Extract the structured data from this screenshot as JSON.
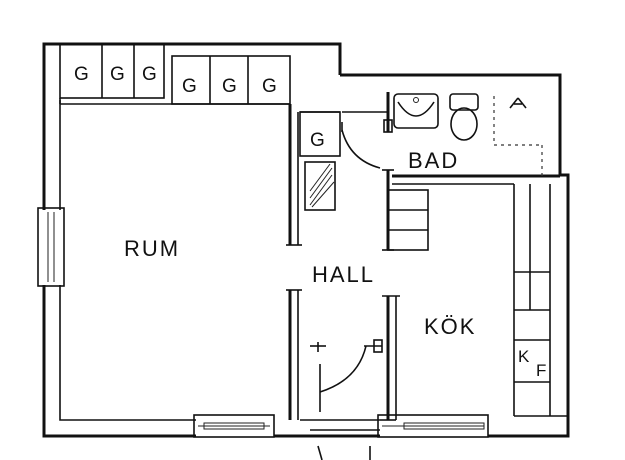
{
  "rooms": {
    "rum": "RUM",
    "hall": "HALL",
    "bad": "BAD",
    "kok": "KÖK"
  },
  "closets": {
    "g1": "G",
    "g2": "G",
    "g3": "G",
    "g4": "G",
    "g5": "G",
    "g6": "G",
    "g7": "G"
  },
  "kitchen": {
    "k": "K",
    "f": "F"
  }
}
